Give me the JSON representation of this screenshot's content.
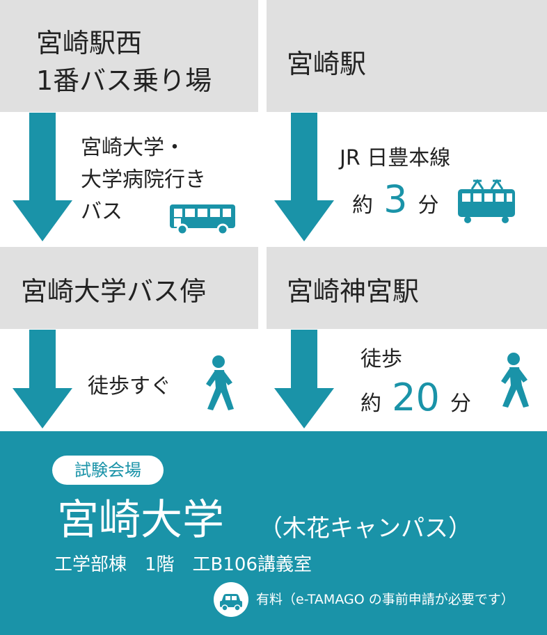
{
  "colors": {
    "accent": "#1a93a8",
    "box_gray": "#e0e0e0",
    "text": "#222222",
    "white": "#ffffff"
  },
  "left_route": {
    "start": {
      "line1": "宮崎駅西",
      "line2": "1番バス乗り場"
    },
    "transport": {
      "line1": "宮崎大学・",
      "line2": "大学病院行き",
      "line3": "バス",
      "icon": "bus-icon"
    },
    "stop": {
      "label": "宮崎大学バス停"
    },
    "walk": {
      "text": "徒歩すぐ",
      "icon": "walking-person-icon"
    }
  },
  "right_route": {
    "start": {
      "label": "宮崎駅"
    },
    "transport": {
      "line": "JR 日豊本線",
      "prefix": "約",
      "minutes": "3",
      "unit": "分",
      "icon": "train-icon"
    },
    "stop": {
      "label": "宮崎神宮駅"
    },
    "walk": {
      "line1": "徒歩",
      "prefix": "約",
      "minutes": "20",
      "unit": "分",
      "icon": "walking-person-icon"
    }
  },
  "destination": {
    "badge": "試験会場",
    "name": "宮崎大学",
    "campus": "（木花キャンパス）",
    "room": "工学部棟　1階　工B106講義室",
    "parking_note": "有料（e-TAMAGO の事前申請が必要です）",
    "parking_icon": "car-icon"
  }
}
